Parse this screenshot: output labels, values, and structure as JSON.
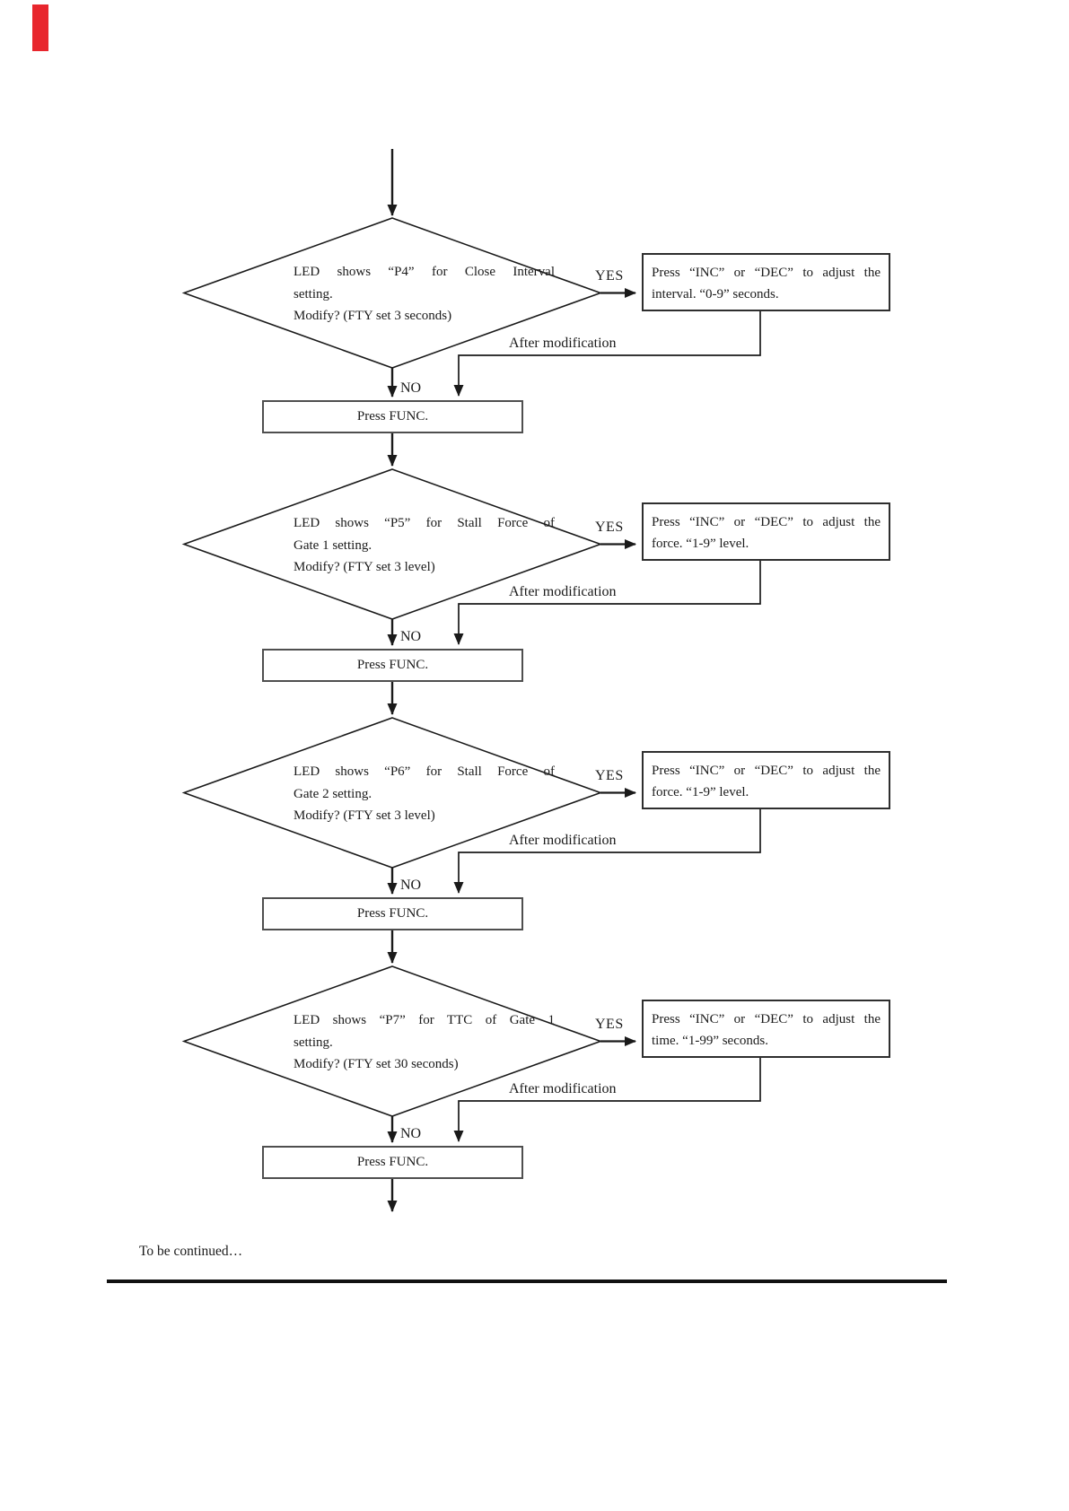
{
  "page": {
    "footer_note": "To be continued…",
    "accent_red": "#e8262d",
    "line_color": "#1a1a1a"
  },
  "sections": [
    {
      "id": "P4",
      "decision": {
        "line1": "LED shows “P4” for Close Interval",
        "line2": "setting.",
        "line3": "Modify? (FTY set 3 seconds)"
      },
      "yes_label": "YES",
      "no_label": "NO",
      "action": {
        "line1": "Press “INC” or “DEC” to adjust the",
        "line2": "interval. “0-9” seconds."
      },
      "after_label": "After modification",
      "func_label": "Press FUNC."
    },
    {
      "id": "P5",
      "decision": {
        "line1": "LED shows “P5” for Stall Force of",
        "line2": "Gate 1 setting.",
        "line3": "Modify? (FTY set 3 level)"
      },
      "yes_label": "YES",
      "no_label": "NO",
      "action": {
        "line1": "Press “INC” or “DEC” to adjust the",
        "line2": "force. “1-9” level."
      },
      "after_label": "After modification",
      "func_label": "Press FUNC."
    },
    {
      "id": "P6",
      "decision": {
        "line1": "LED shows “P6” for Stall Force of",
        "line2": "Gate 2 setting.",
        "line3": "Modify? (FTY set 3 level)"
      },
      "yes_label": "YES",
      "no_label": "NO",
      "action": {
        "line1": "Press “INC” or “DEC” to adjust the",
        "line2": "force. “1-9” level."
      },
      "after_label": "After modification",
      "func_label": "Press FUNC."
    },
    {
      "id": "P7",
      "decision": {
        "line1": "LED shows “P7” for TTC of Gate 1",
        "line2": "setting.",
        "line3": "Modify? (FTY set 30 seconds)"
      },
      "yes_label": "YES",
      "no_label": "NO",
      "action": {
        "line1": "Press “INC” or “DEC” to adjust the",
        "line2": "time. “1-99” seconds."
      },
      "after_label": "After modification",
      "func_label": "Press FUNC."
    }
  ]
}
